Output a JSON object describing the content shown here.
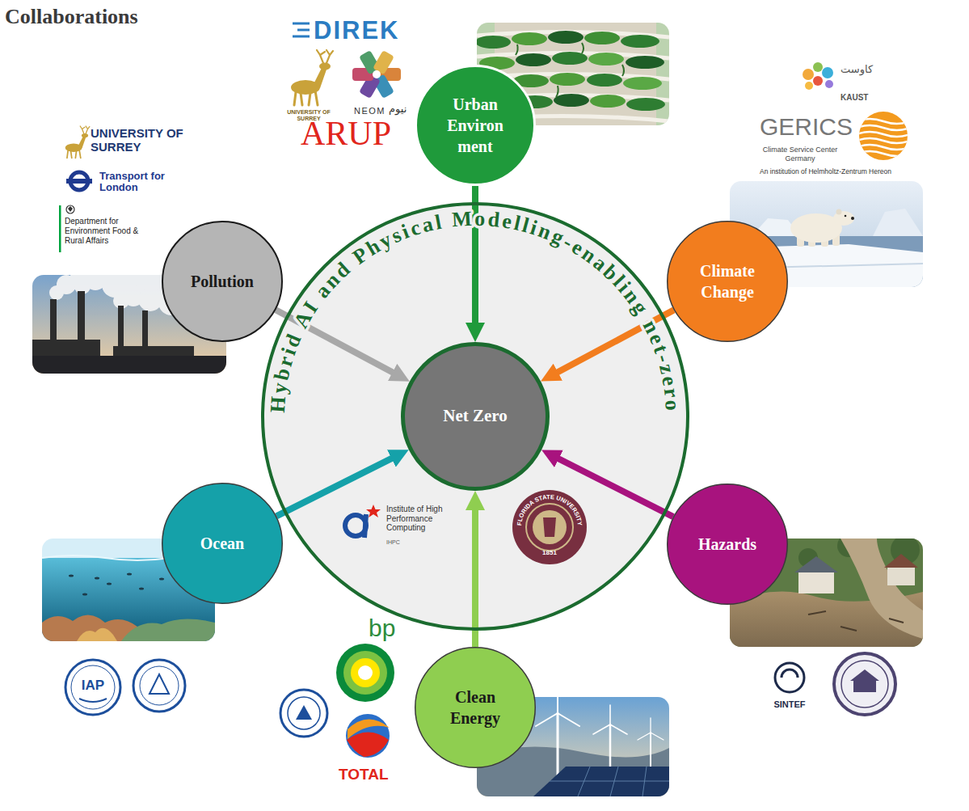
{
  "diagram": {
    "title": "Collaborations",
    "nodes": [
      {
        "text": [
          "Hybrid AI and Physical Modelling-enabling net-zero"
        ]
      },
      {
        "text": [
          "Net Zero"
        ],
        "in": 0
      },
      {
        "text": [
          "Urban Environ ment"
        ]
      },
      {
        "text": [
          "Climate Change"
        ]
      },
      {
        "text": [
          "Hazards"
        ]
      },
      {
        "text": [
          "Clean Energy"
        ]
      },
      {
        "text": [
          "Ocean"
        ]
      },
      {
        "text": [
          "Pollution"
        ]
      }
    ],
    "edges": [
      {
        "from": 2,
        "to": 1,
        "arrow": "to"
      },
      {
        "from": 3,
        "to": 1,
        "arrow": "to"
      },
      {
        "from": 4,
        "to": 1,
        "arrow": "to"
      },
      {
        "from": 5,
        "to": 1,
        "arrow": "to"
      },
      {
        "from": 6,
        "to": 1,
        "arrow": "to"
      },
      {
        "from": 7,
        "to": 1,
        "arrow": "to"
      }
    ],
    "labels": [
      "DIREK",
      "UNIVERSITY OF SURREY",
      "NEOM",
      "نيوم",
      "ARUP",
      "كاوست",
      "KAUST",
      "GERICS",
      "Climate Service Center Germany",
      "An institution of Helmholtz-Zentrum Hereon",
      "UNIVERSITY OF SURREY",
      "Transport for London",
      "Department for Environment Food & Rural Affairs",
      "Institute of High Performance Computing",
      "IHPC",
      "FLORIDA STATE UNIVERSITY",
      "1851",
      "bp",
      "TOTAL",
      "IAP",
      "SINTEF"
    ]
  }
}
